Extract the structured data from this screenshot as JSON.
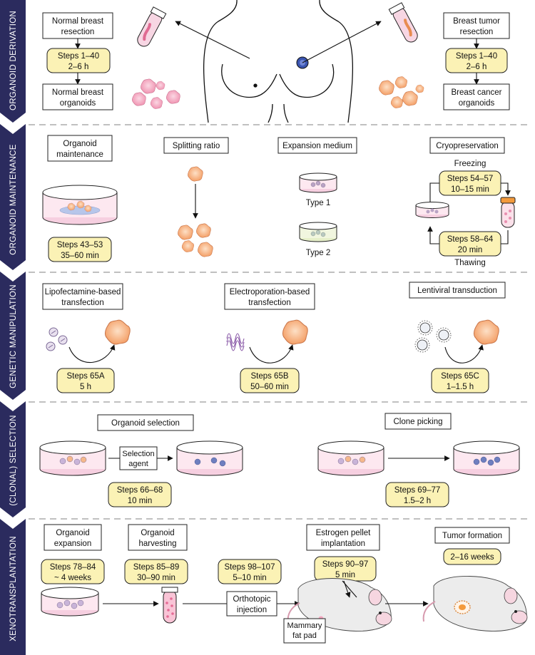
{
  "sections": [
    {
      "id": "derivation",
      "title": "ORGANOID DERIVATION"
    },
    {
      "id": "maintenance",
      "title": "ORGANOID MAINTENANCE"
    },
    {
      "id": "genetic",
      "title": "GENETIC MANIPULATION"
    },
    {
      "id": "selection",
      "title": "(CLONAL) SELECTION"
    },
    {
      "id": "xeno",
      "title": "XENOTRANSPLANTATION"
    }
  ],
  "derivation": {
    "normal_resection": [
      "Normal breast",
      "resection"
    ],
    "normal_steps": [
      "Steps 1–40",
      "2–6 h"
    ],
    "normal_organoids": [
      "Normal breast",
      "organoids"
    ],
    "tumor_resection": [
      "Breast tumor",
      "resection"
    ],
    "tumor_steps": [
      "Steps 1–40",
      "2–6 h"
    ],
    "cancer_organoids": [
      "Breast cancer",
      "organoids"
    ]
  },
  "maintenance": {
    "organoid_maintenance": [
      "Organoid",
      "maintenance"
    ],
    "maint_steps": [
      "Steps 43–53",
      "35–60 min"
    ],
    "splitting_ratio": "Splitting ratio",
    "expansion_medium": "Expansion medium",
    "type1": "Type 1",
    "type2": "Type 2",
    "cryopreservation": "Cryopreservation",
    "freezing": "Freezing",
    "freezing_steps": [
      "Steps 54–57",
      "10–15 min"
    ],
    "thawing_steps": [
      "Steps 58–64",
      "20 min"
    ],
    "thawing": "Thawing"
  },
  "genetic": {
    "lipo": [
      "Lipofectamine-based",
      "transfection"
    ],
    "lipo_steps": [
      "Steps 65A",
      "5 h"
    ],
    "electro": [
      "Electroporation-based",
      "transfection"
    ],
    "electro_steps": [
      "Steps 65B",
      "50–60 min"
    ],
    "lenti": "Lentiviral transduction",
    "lenti_steps": [
      "Steps 65C",
      "1–1.5 h"
    ]
  },
  "selection": {
    "organoid_selection": "Organoid selection",
    "selection_agent": [
      "Selection",
      "agent"
    ],
    "sel_steps": [
      "Steps 66–68",
      "10 min"
    ],
    "clone_picking": "Clone picking",
    "clone_steps": [
      "Steps 69–77",
      "1.5–2 h"
    ]
  },
  "xeno": {
    "expansion": [
      "Organoid",
      "expansion"
    ],
    "expansion_steps": [
      "Steps 78–84",
      "~ 4 weeks"
    ],
    "harvesting": [
      "Organoid",
      "harvesting"
    ],
    "harvesting_steps": [
      "Steps 85–89",
      "30–90 min"
    ],
    "orthotopic_steps": [
      "Steps 98–107",
      "5–10 min"
    ],
    "orthotopic": [
      "Orthotopic",
      "injection"
    ],
    "estrogen": [
      "Estrogen pellet",
      "implantation"
    ],
    "estrogen_steps": [
      "Steps 90–97",
      "5 min"
    ],
    "mammary": [
      "Mammary",
      "fat pad"
    ],
    "tumor_formation": "Tumor formation",
    "tumor_weeks": "2–16 weeks"
  },
  "colors": {
    "sidebar": "#2b2b5e",
    "step_box": "#fbf2b5",
    "normal_organoid": "#f3a6bf",
    "cancer_organoid": "#f6b07e",
    "dish_medium": "#f6cfe0",
    "type2_medium": "#e6efc9"
  }
}
